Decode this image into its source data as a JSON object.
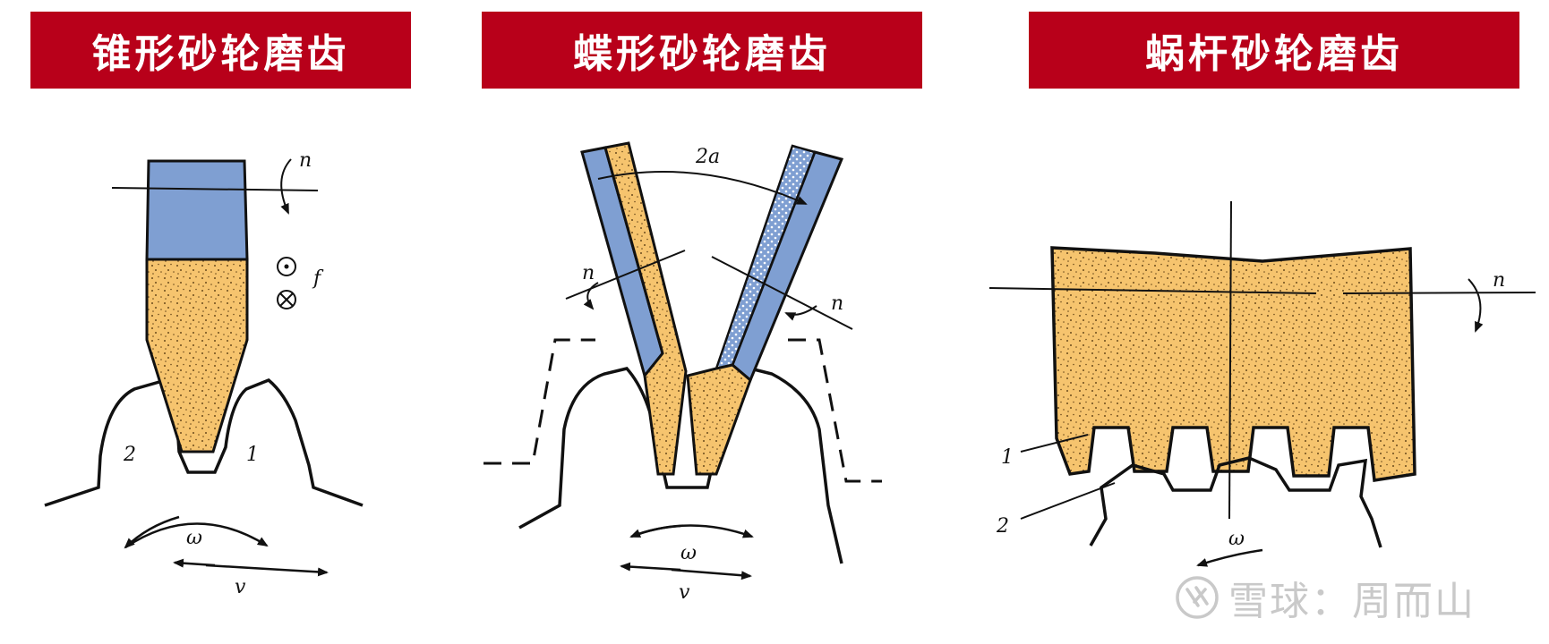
{
  "panels": [
    {
      "title": "锥形砂轮磨齿",
      "labels": {
        "rotation": "n",
        "feed": "f",
        "part_left": "2",
        "part_right": "1",
        "angular": "ω",
        "linear": "v"
      }
    },
    {
      "title": "蝶形砂轮磨齿",
      "labels": {
        "angle": "2a",
        "rotation_left": "n",
        "rotation_right": "n",
        "angular": "ω",
        "linear": "v"
      }
    },
    {
      "title": "蜗杆砂轮磨齿",
      "labels": {
        "rotation": "n",
        "part_top": "1",
        "part_bottom": "2",
        "angular": "ω"
      }
    }
  ],
  "watermark": {
    "text": "雪球：周而山",
    "icon": "snowball-logo-icon"
  },
  "colors": {
    "banner": "#b8001a",
    "wheel_sand": "#f6c46e",
    "wheel_blue": "#7f9fd2",
    "outline": "#111111"
  }
}
